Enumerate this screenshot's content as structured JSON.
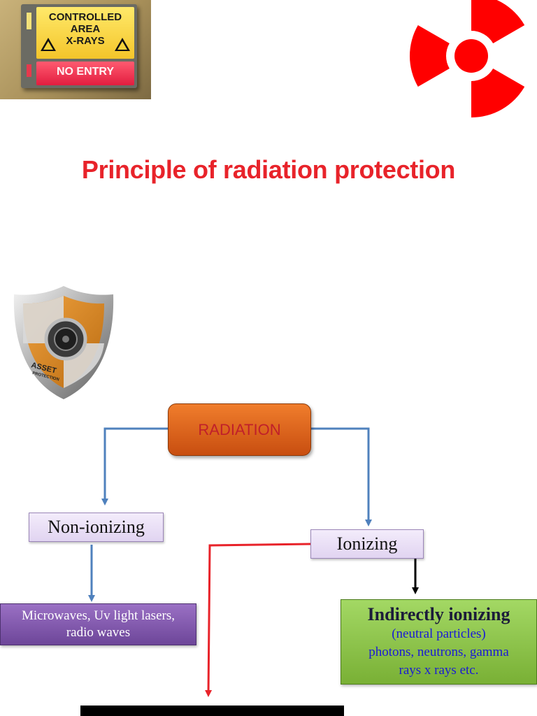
{
  "sign": {
    "upper_lines": [
      "CONTROLLED",
      "AREA",
      "X-RAYS"
    ],
    "lower_text": "NO ENTRY"
  },
  "title": "Principle of radiation protection",
  "shield": {
    "label_line1": "ASSET",
    "label_line2": "PROTECTION"
  },
  "diagram": {
    "root": "RADIATION",
    "non_ionizing": {
      "label": "Non-ionizing",
      "examples_line1": "Microwaves, Uv light lasers,",
      "examples_line2": "radio waves"
    },
    "ionizing": {
      "label": "Ionizing",
      "indirect_heading": "Indirectly ionizing",
      "indirect_line1": "(neutral particles)",
      "indirect_line2": "photons, neutrons, gamma",
      "indirect_line3": "rays x rays etc."
    }
  },
  "colors": {
    "title": "#e8232a",
    "trefoil": "#ff0000",
    "arrow_blue": "#4f81bd",
    "arrow_red": "#e8232a",
    "arrow_black": "#000000"
  }
}
